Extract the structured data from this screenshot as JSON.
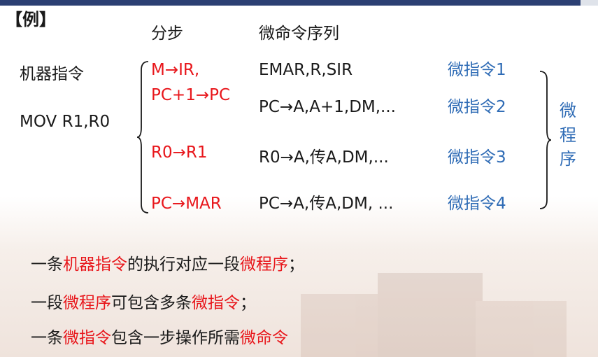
{
  "title": "【例】",
  "headers": {
    "step": "分步",
    "sequence": "微命令序列"
  },
  "instruction": {
    "label": "机器指令",
    "value": "MOV R1,R0"
  },
  "steps": [
    "M→IR,",
    "PC+1→PC",
    "R0→R1",
    "PC→MAR"
  ],
  "sequences": [
    "EMAR,R,SIR",
    "PC→A,A+1,DM,...",
    "R0→A,传A,DM,...",
    "PC→A,传A,DM, ..."
  ],
  "micro_instructions": [
    "微指令1",
    "微指令2",
    "微指令3",
    "微指令4"
  ],
  "micro_program_chars": [
    "微",
    "程",
    "序"
  ],
  "summary": {
    "line1": [
      "一条",
      "机器指令",
      "的执行对应一段",
      "微程序",
      "；"
    ],
    "line2": [
      "一段",
      "微程序",
      "可包含多条",
      "微指令",
      "；"
    ],
    "line3": [
      "一条",
      "微指令",
      "包含一步操作所需",
      "微命令"
    ]
  },
  "colors": {
    "red": "#e8161b",
    "blue": "#2e6bb5",
    "topbar": "#2b3f73"
  }
}
